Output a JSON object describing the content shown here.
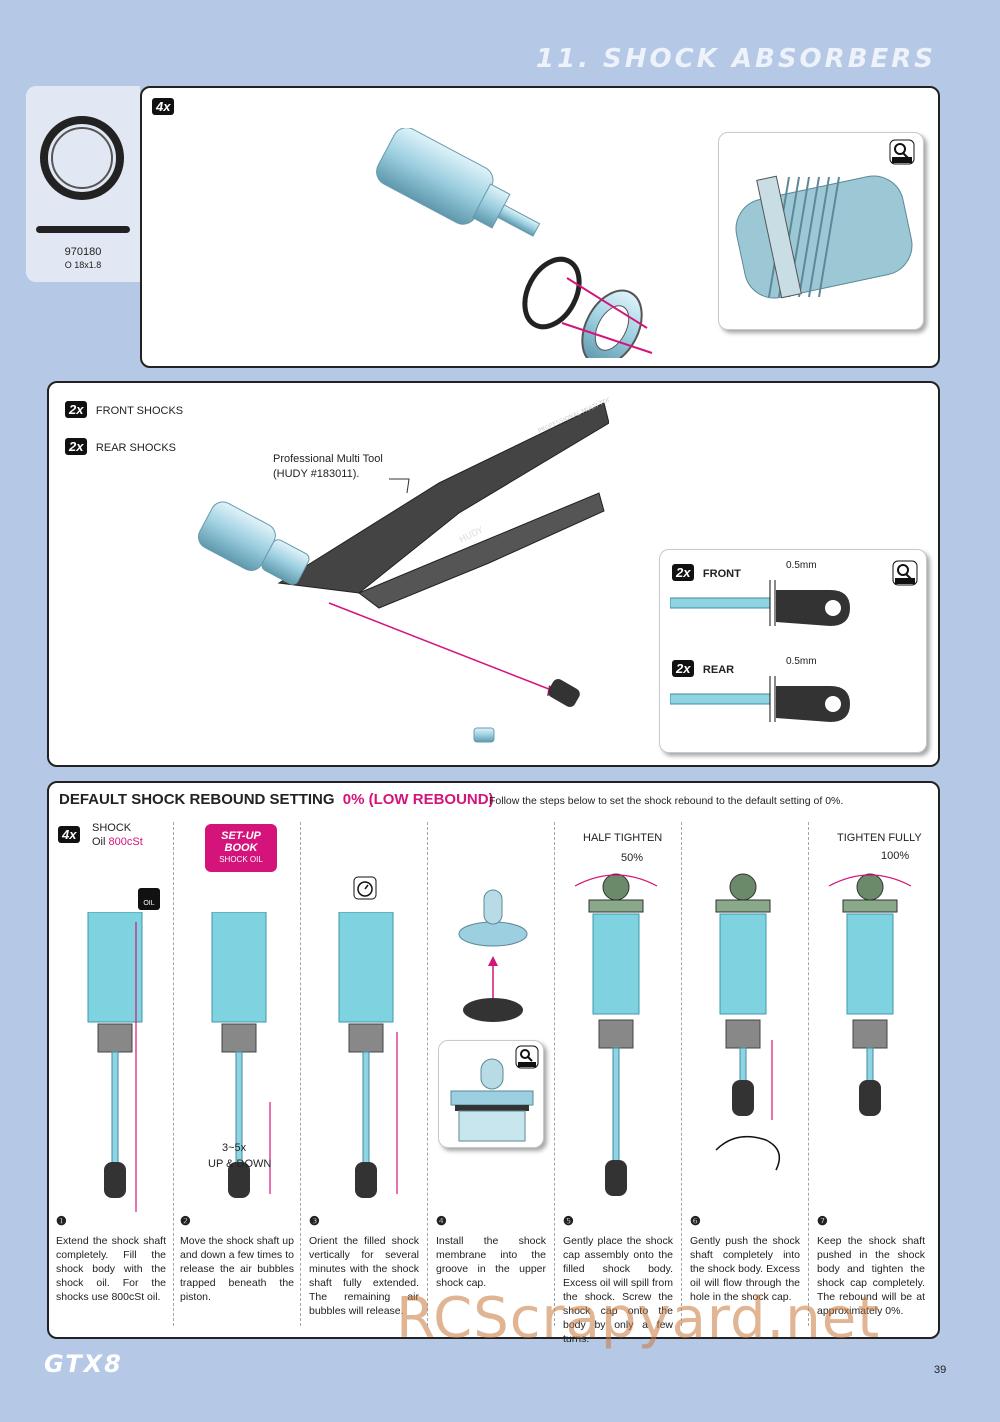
{
  "header": {
    "section_title": "11. SHOCK ABSORBERS"
  },
  "oring": {
    "part_number": "970180",
    "spec": "O 18x1.8"
  },
  "panel1": {
    "qty": "4x",
    "detail_label": "DETAIL"
  },
  "panel2": {
    "qty_front": "2x",
    "front_label": "FRONT SHOCKS",
    "qty_rear": "2x",
    "rear_label": "REAR SHOCKS",
    "tool_line1": "Professional Multi Tool",
    "tool_line2": "(HUDY #183011).",
    "tool_brand": "HUDY",
    "tool_print": "PROFESSIONAL MULTI TOOL",
    "inset": {
      "qty_front": "2x",
      "front": "FRONT",
      "front_gap": "0.5mm",
      "qty_rear": "2x",
      "rear": "REAR",
      "rear_gap": "0.5mm",
      "detail_label": "DETAIL"
    }
  },
  "panel3": {
    "title": "DEFAULT SHOCK REBOUND SETTING",
    "title_value": "0% (LOW  REBOUND)",
    "intro": "Follow the steps below to set the shock rebound to the default setting of 0%.",
    "qty": "4x",
    "shock_label": "SHOCK",
    "oil_label": "Oil",
    "oil_value": "800cSt",
    "oil_icon_label": "OIL",
    "setup_line1": "SET-UP",
    "setup_line2": "BOOK",
    "setup_line3": "SHOCK OIL",
    "updown_count": "3~5x",
    "updown_label": "UP & DOWN",
    "half_tighten": "HALF TIGHTEN",
    "half_pct": "50%",
    "tighten_fully": "TIGHTEN FULLY",
    "full_pct": "100%",
    "detail_label": "DETAIL",
    "steps": [
      {
        "num": "❶",
        "text": "Extend the shock shaft completely. Fill the shock body with the shock oil. For the shocks use 800cSt oil."
      },
      {
        "num": "❷",
        "text": "Move the shock shaft up and down a few times to release the air bubbles trapped beneath the piston."
      },
      {
        "num": "❸",
        "text": "Orient the filled shock vertically for several minutes with the shock shaft fully extended. The remaining air bubbles will release."
      },
      {
        "num": "❹",
        "text": "Install the shock membrane into the groove in the upper shock cap."
      },
      {
        "num": "❺",
        "text": "Gently place the shock cap assembly onto the filled shock body. Excess oil will spill from the shock. Screw the shock cap onto the body by only a few turns."
      },
      {
        "num": "❻",
        "text": "Gently push the shock shaft completely into the shock body. Excess oil will flow through the hole in the shock cap."
      },
      {
        "num": "❼",
        "text": "Keep the shock shaft pushed in the shock body and tighten the shock cap completely. The rebound will be at approximately 0%."
      }
    ]
  },
  "footer": {
    "logo": "GTX8",
    "page_number": "39",
    "watermark": "RCScrapyard.net"
  },
  "colors": {
    "background": "#b5c8e6",
    "accent": "#d4147a",
    "shock_blue": "#7fd3e0"
  }
}
